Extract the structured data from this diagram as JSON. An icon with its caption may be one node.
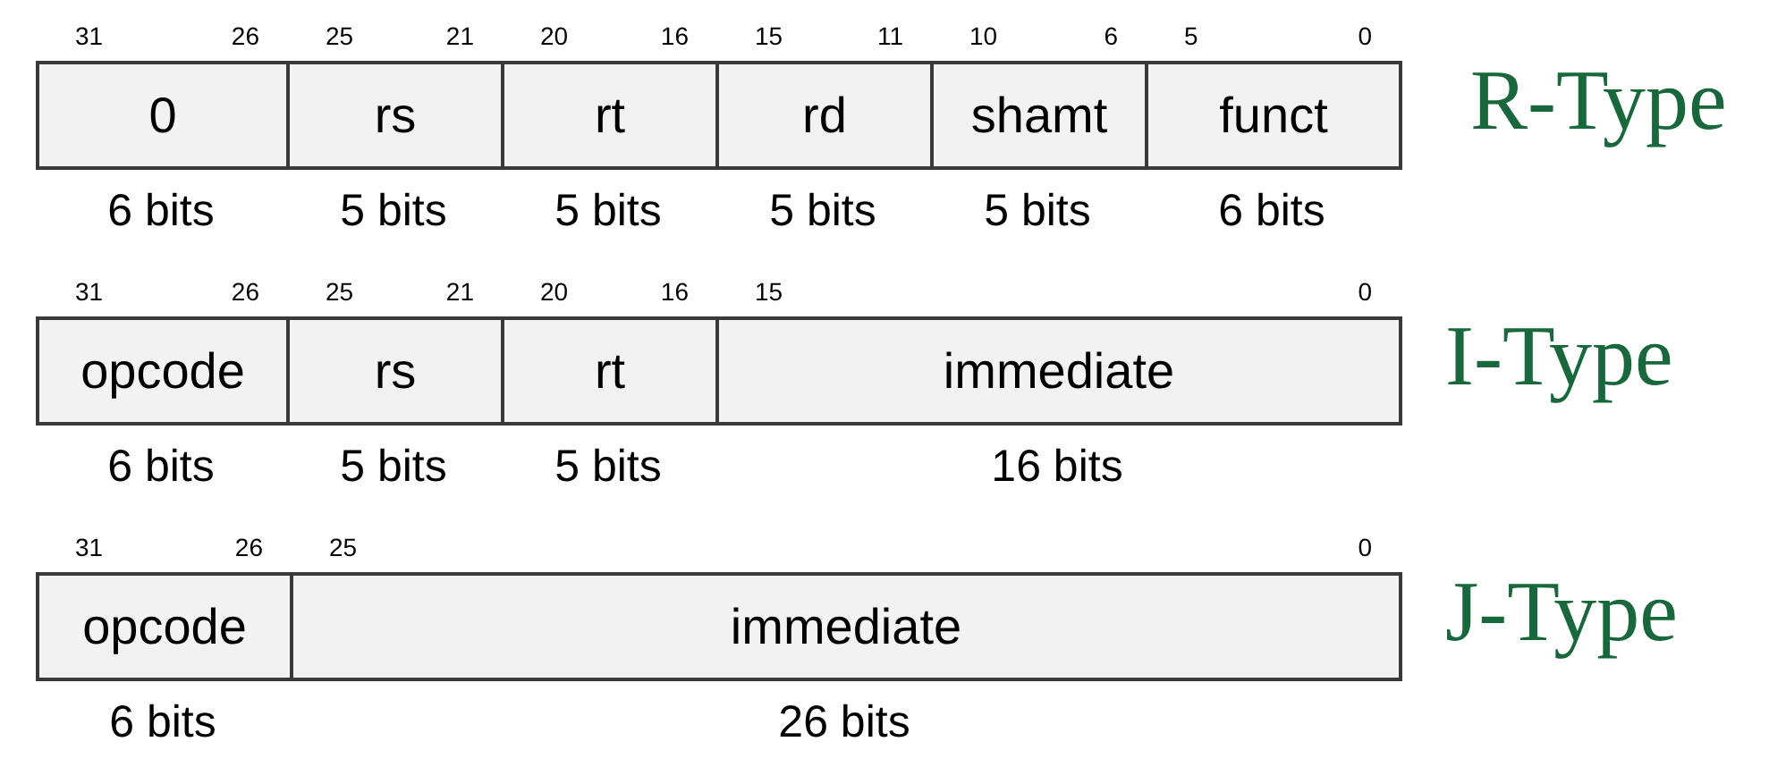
{
  "diagram": {
    "nodes": [
      {
        "text": [
          "0"
        ],
        "beside": [
          "31",
          "26",
          "6 bits"
        ]
      },
      {
        "text": [
          "rs"
        ],
        "beside": [
          "25",
          "21",
          "5 bits"
        ]
      },
      {
        "text": [
          "rt"
        ],
        "beside": [
          "20",
          "16",
          "5 bits"
        ]
      },
      {
        "text": [
          "rd"
        ],
        "beside": [
          "15",
          "11",
          "5 bits"
        ]
      },
      {
        "text": [
          "shamt"
        ],
        "beside": [
          "10",
          "6",
          "5 bits"
        ]
      },
      {
        "text": [
          "funct"
        ],
        "beside": [
          "5",
          "0",
          "6 bits"
        ]
      },
      {
        "text": [
          "opcode"
        ],
        "beside": [
          "31",
          "26",
          "6 bits"
        ]
      },
      {
        "text": [
          "rs"
        ],
        "beside": [
          "25",
          "21",
          "5 bits"
        ]
      },
      {
        "text": [
          "rt"
        ],
        "beside": [
          "20",
          "16",
          "5 bits"
        ]
      },
      {
        "text": [
          "immediate"
        ],
        "beside": [
          "15",
          "0",
          "16 bits"
        ]
      },
      {
        "text": [
          "opcode"
        ],
        "beside": [
          "31",
          "26",
          "6 bits"
        ]
      },
      {
        "text": [
          "immediate"
        ],
        "beside": [
          "25",
          "0",
          "26 bits"
        ]
      }
    ],
    "labels": [
      "R-Type",
      "I-Type",
      "J-Type"
    ]
  }
}
